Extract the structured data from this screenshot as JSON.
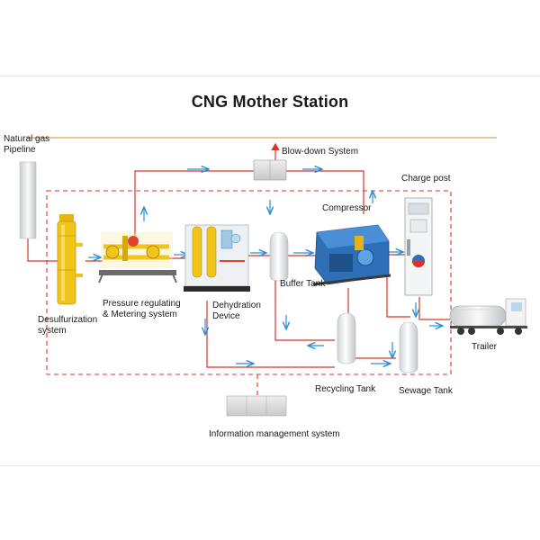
{
  "title": "CNG Mother Station",
  "labels": {
    "natural_gas_pipeline": [
      "Natural gas",
      "Pipeline"
    ],
    "blow_down_system": "Blow-down System",
    "charge_post": "Charge post",
    "compressor": "Compressor",
    "desulfurization_system": [
      "Desulfurization",
      "system"
    ],
    "pressure_regulating": [
      "Pressure regulating",
      "& Metering system"
    ],
    "dehydration_device": [
      "Dehydration",
      "Device"
    ],
    "buffer_tank": "Buffer Tank",
    "trailer": "Trailer",
    "recycling_tank": "Recycling Tank",
    "sewage_tank": "Sewage Tank",
    "information_management_system": "Information management system"
  },
  "colors": {
    "gas_line": "#d9342b",
    "control_line": "#d9342b",
    "flow_arrow": "#2a8fd6",
    "pipeline_top": "#e0a35a",
    "equipment_yellow": "#f0c419",
    "equipment_blue": "#2f6fb7"
  }
}
